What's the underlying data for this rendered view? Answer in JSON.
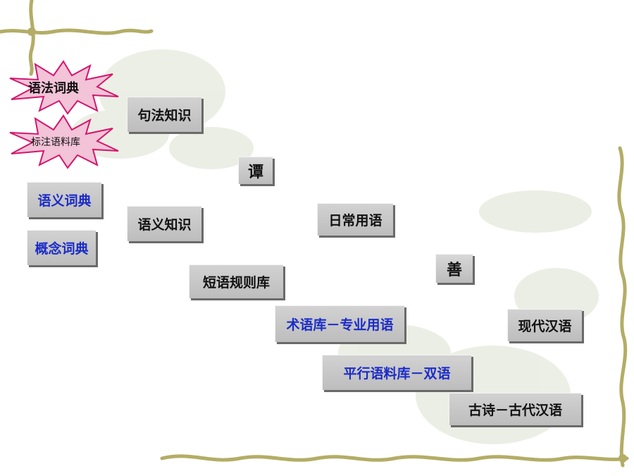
{
  "stars": [
    {
      "label": "语法词典"
    },
    {
      "label": "标注语料库"
    }
  ],
  "boxes": {
    "jufa": "句法知识",
    "yiyi_cidian": "语义词典",
    "yiyi_zhishi": "语义知识",
    "gainian": "概念词典",
    "duanyu": "短语规则库",
    "richang": "日常用语",
    "shuyu": "术语库－专业用语",
    "xiandai": "现代汉语",
    "pingxing": "平行语料库－双语",
    "gushi": "古诗－古代汉语"
  },
  "glyphs": {
    "g1": "谭",
    "g2": "善"
  },
  "colors": {
    "star_fill": "#f3c3d8",
    "star_stroke": "#d3166d",
    "vine": "#b3ad66",
    "link_blue": "#1b2cc8"
  }
}
